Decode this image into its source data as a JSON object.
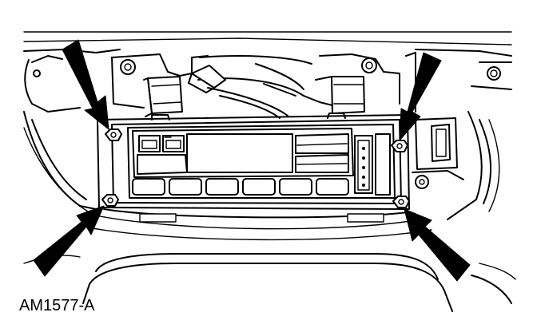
{
  "figure": {
    "id_label": "AM1577-A"
  },
  "fasteners": [
    {
      "name": "screw-upper-left"
    },
    {
      "name": "screw-upper-right"
    },
    {
      "name": "screw-lower-left"
    },
    {
      "name": "screw-lower-right"
    }
  ],
  "control_panel": {
    "button_count": 6
  },
  "colors": {
    "line": "#000000",
    "background": "#ffffff"
  }
}
